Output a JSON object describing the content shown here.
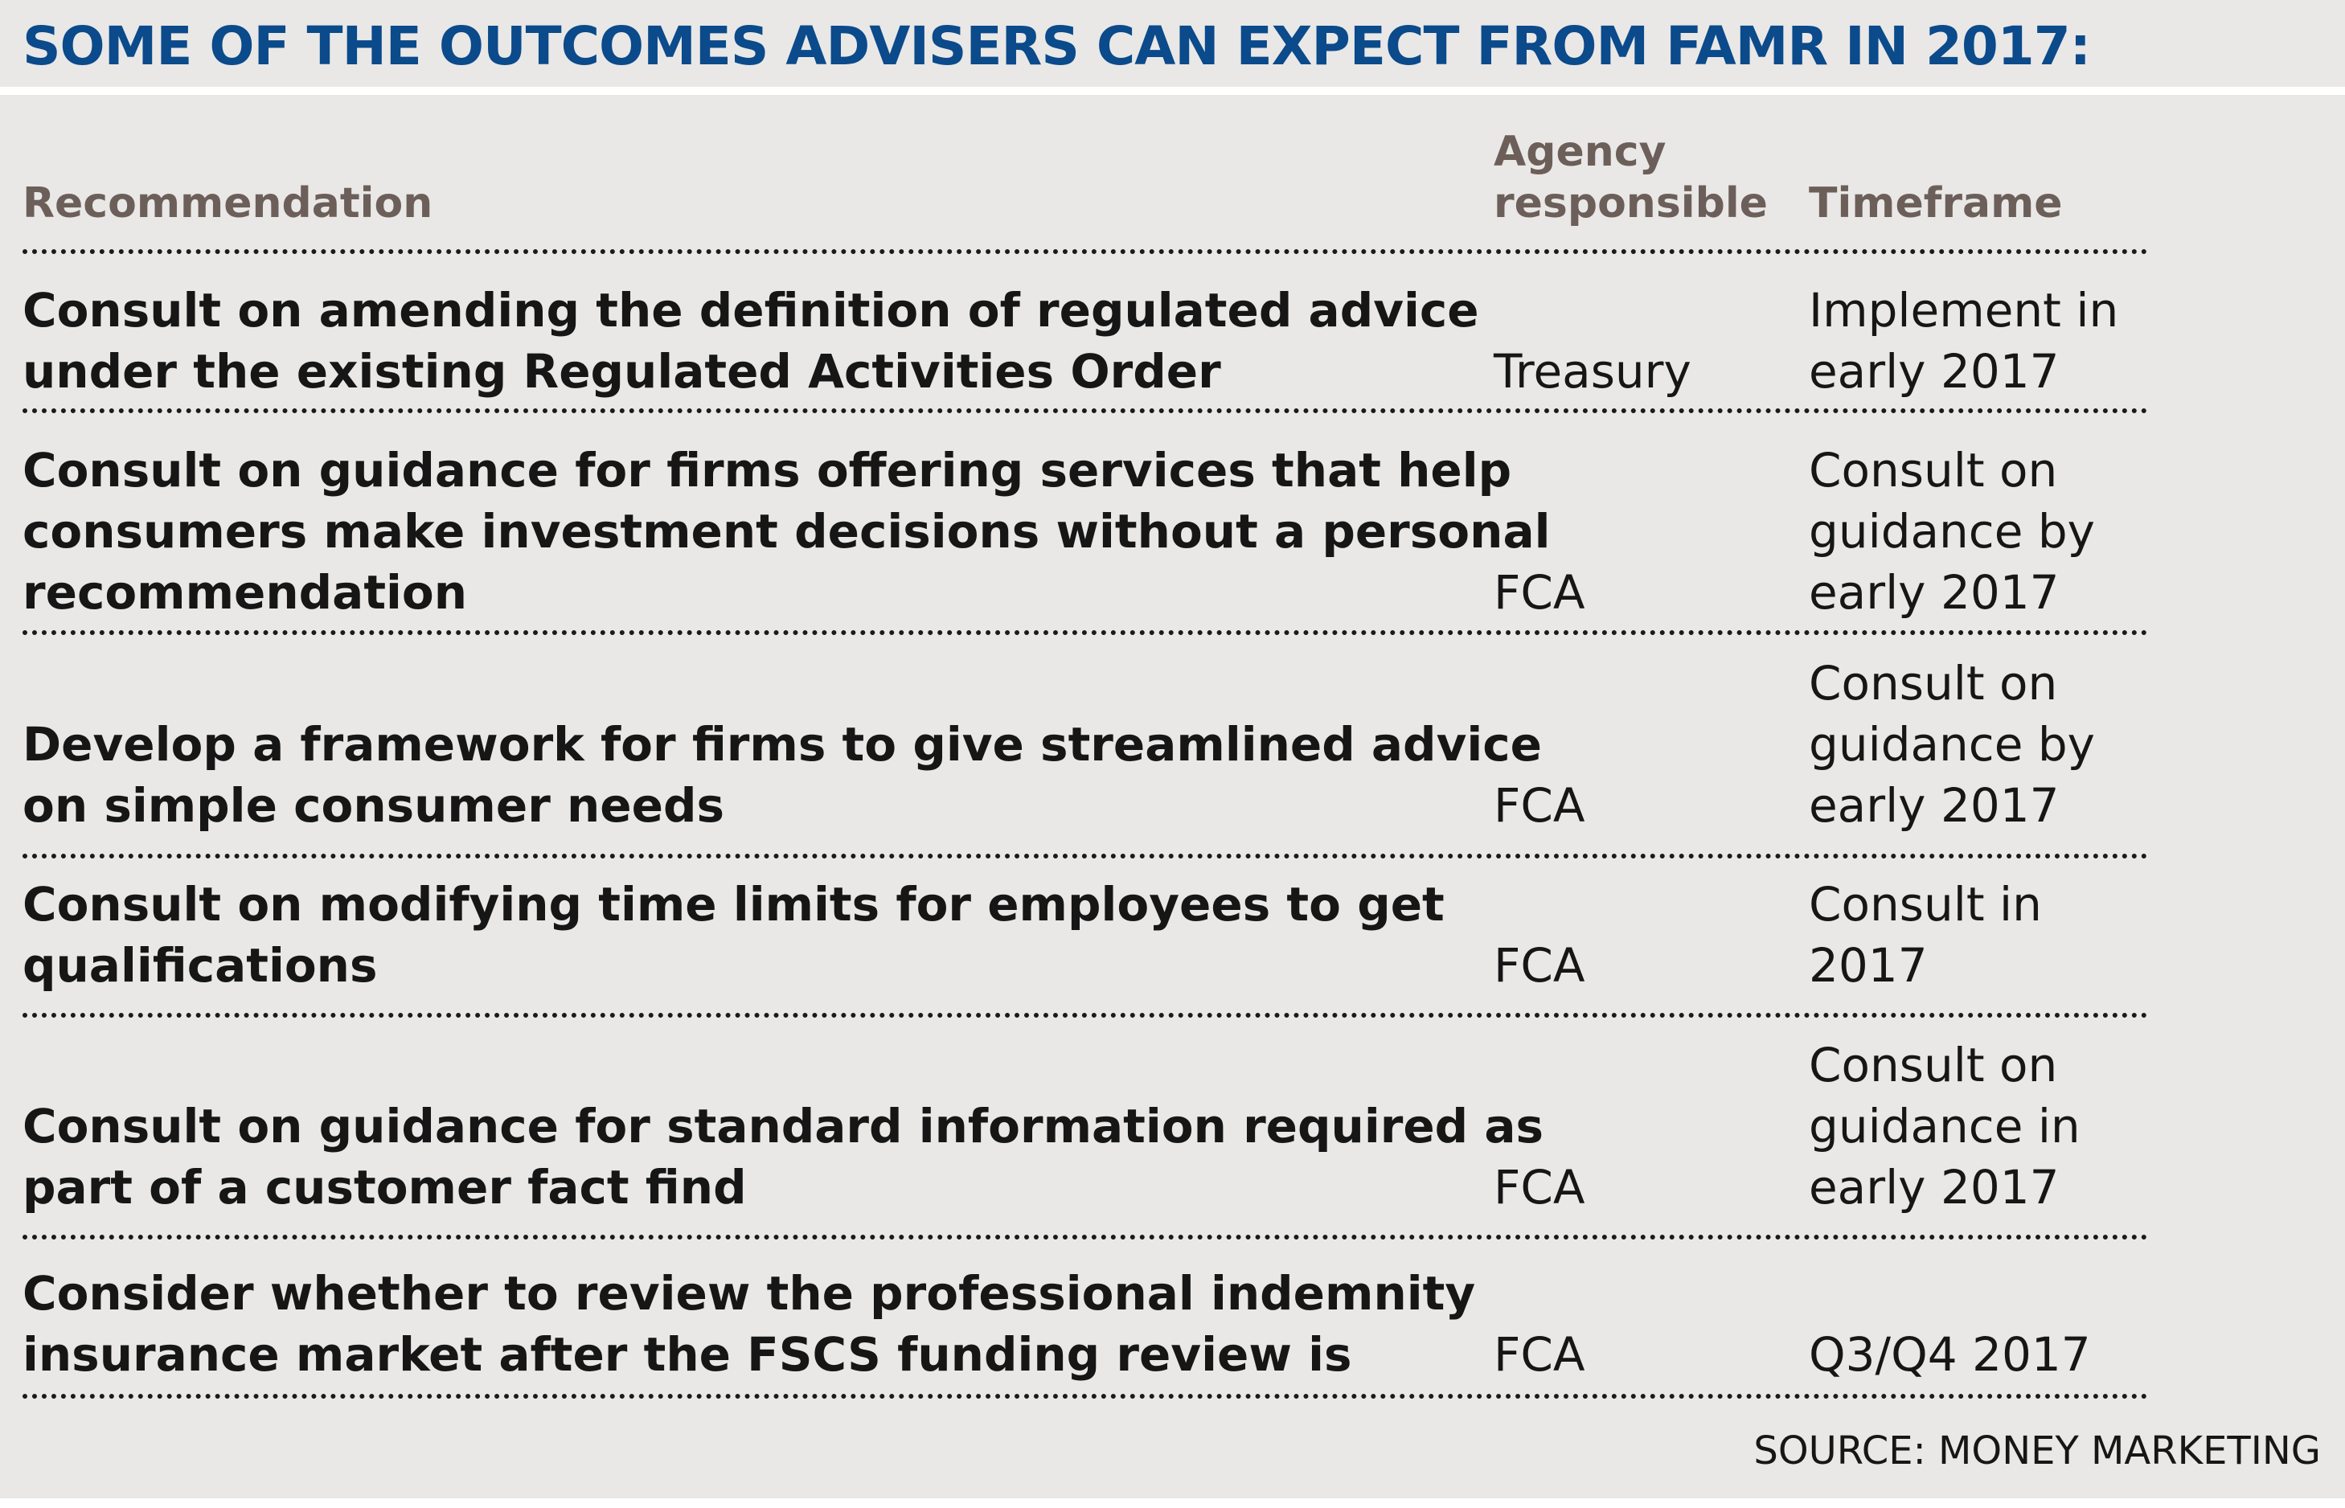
{
  "title": "SOME OF THE OUTCOMES ADVISERS CAN EXPECT FROM FAMR IN 2017:",
  "headers": {
    "recommendation": "Recommendation",
    "agency_line1": "Agency",
    "agency_line2": "responsible",
    "timeframe": "Timeframe"
  },
  "rows": [
    {
      "recommendation": [
        "Consult on amending the definition of regulated advice",
        "under the existing Regulated Activities Order"
      ],
      "agency": "Treasury",
      "timeframe": [
        "Implement in",
        "early 2017"
      ]
    },
    {
      "recommendation": [
        "Consult on guidance for firms offering services that help",
        "consumers make investment decisions without a personal",
        "recommendation"
      ],
      "agency": "FCA",
      "timeframe": [
        "Consult on",
        "guidance by",
        "early 2017"
      ]
    },
    {
      "recommendation": [
        "Develop a framework for firms to give streamlined advice",
        "on simple consumer needs"
      ],
      "agency": "FCA",
      "timeframe": [
        "Consult on",
        "guidance by",
        "early 2017"
      ]
    },
    {
      "recommendation": [
        "Consult on modifying time limits for employees to get",
        "qualifications"
      ],
      "agency": "FCA",
      "timeframe": [
        "Consult in",
        "2017"
      ]
    },
    {
      "recommendation": [
        "Consult on guidance for standard information required as",
        "part of a customer fact find"
      ],
      "agency": "FCA",
      "timeframe": [
        "Consult on",
        "guidance in",
        "early 2017"
      ]
    },
    {
      "recommendation": [
        "Consider whether to review the professional indemnity",
        "insurance market after the FSCS funding review is"
      ],
      "agency": "FCA",
      "timeframe": [
        "Q3/Q4 2017"
      ]
    }
  ],
  "source": "SOURCE: MONEY MARKETING",
  "colors": {
    "title": "#0b4a8b",
    "header": "#6c5f5a",
    "text": "#161616",
    "background": "#e9e8e6"
  }
}
